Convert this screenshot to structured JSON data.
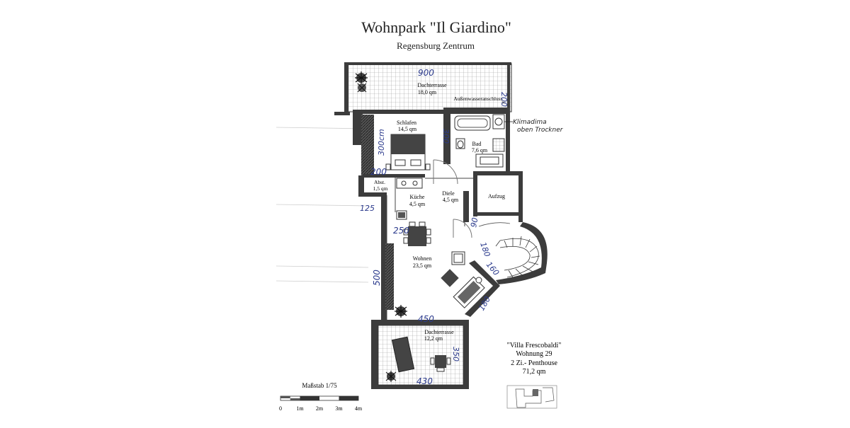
{
  "header": {
    "title": "Wohnpark \"Il Giardino\"",
    "subtitle": "Regensburg Zentrum"
  },
  "rooms": {
    "dachterrasse_top": {
      "name": "Dachterrasse",
      "area": "18,0 qm"
    },
    "aussenwasser": "Außenwasseranschluss",
    "schlafen": {
      "name": "Schlafen",
      "area": "14,5 qm"
    },
    "bad": {
      "name": "Bad",
      "area": "7,6 qm"
    },
    "abst": {
      "name": "Abst.",
      "area": "1,5 qm"
    },
    "kueche": {
      "name": "Küche",
      "area": "4,5 qm"
    },
    "diele": {
      "name": "Diele",
      "area": "4,5 qm"
    },
    "aufzug": {
      "name": "Aufzug"
    },
    "wohnen": {
      "name": "Wohnen",
      "area": "23,5 qm"
    },
    "dachterrasse_bottom": {
      "name": "Dachterrasse",
      "area": "12,2 qm"
    }
  },
  "handwritten": {
    "d900": "900",
    "d200_top": "200",
    "d300cm": "300cm",
    "d300": "300",
    "d200_mid": "200",
    "d125": "125",
    "d250": "250",
    "d500": "500",
    "d450": "450",
    "d430": "430",
    "d350": "350",
    "d90": "90",
    "d180a": "180",
    "d160": "160",
    "d180b": "180",
    "note_line1": "Klimadima",
    "note_line2": "oben Trockner"
  },
  "info": {
    "line1": "\"Villa Frescobaldi\"",
    "line2": "Wohnung 29",
    "line3": "2 Zi.- Penthouse",
    "line4": "71,2 qm"
  },
  "scale": {
    "label": "Maßstab 1/75",
    "ticks": [
      "0",
      "1m",
      "2m",
      "3m",
      "4m"
    ]
  },
  "colors": {
    "wall": "#3c3c3c",
    "ink": "#2b3a8c",
    "grid": "#9a9a9a",
    "paper": "#ffffff"
  }
}
